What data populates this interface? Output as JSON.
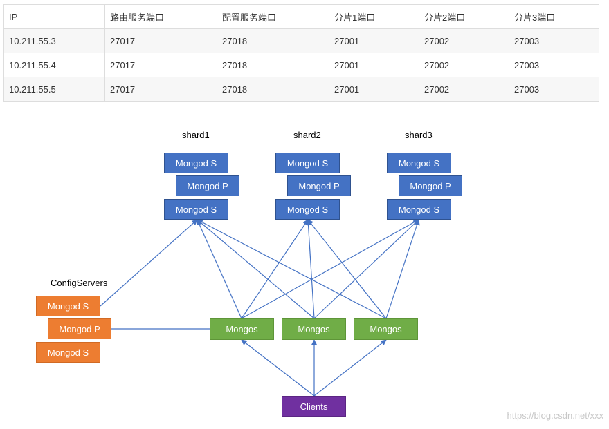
{
  "table": {
    "headers": [
      "IP",
      "路由服务端口",
      "配置服务端口",
      "分片1端口",
      "分片2端口",
      "分片3端口"
    ],
    "rows": [
      [
        "10.211.55.3",
        "27017",
        "27018",
        "27001",
        "27002",
        "27003"
      ],
      [
        "10.211.55.4",
        "27017",
        "27018",
        "27001",
        "27002",
        "27003"
      ],
      [
        "10.211.55.5",
        "27017",
        "27018",
        "27001",
        "27002",
        "27003"
      ]
    ]
  },
  "diagram": {
    "shards": [
      {
        "title": "shard1",
        "nodes": [
          "Mongod S",
          "Mongod P",
          "Mongod S"
        ]
      },
      {
        "title": "shard2",
        "nodes": [
          "Mongod S",
          "Mongod P",
          "Mongod S"
        ]
      },
      {
        "title": "shard3",
        "nodes": [
          "Mongod S",
          "Mongod P",
          "Mongod S"
        ]
      }
    ],
    "config": {
      "title": "ConfigServers",
      "nodes": [
        "Mongod S",
        "Mongod P",
        "Mongod S"
      ]
    },
    "mongos": [
      "Mongos",
      "Mongos",
      "Mongos"
    ],
    "clients": "Clients",
    "colors": {
      "shard": "#4472c4",
      "config": "#ed7d31",
      "mongos": "#70ad47",
      "clients": "#7030a0",
      "connector": "#4472c4"
    }
  },
  "watermark": "https://blog.csdn.net/xxx"
}
